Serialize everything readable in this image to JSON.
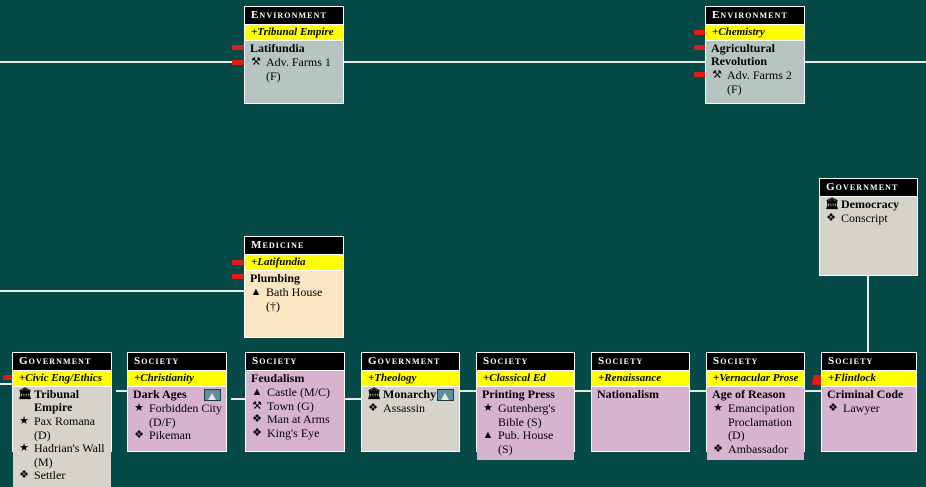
{
  "theme": {
    "background": "#064a47",
    "header_bg": "#000000",
    "header_fg": "#ffffff",
    "requirement_bg": "#ffff00",
    "line_color": "#e9ebe6",
    "stub_color": "#e01b18",
    "body_environment": "#b6c5c1",
    "body_medicine": "#fbe6c4",
    "body_government": "#d6d3cb",
    "body_society": "#d8b3d0"
  },
  "cards": [
    {
      "id": "environment-latifundia",
      "category": "Environment",
      "requirement": "+Tribunal Empire",
      "tech": "Latifundia",
      "tech_glyph": "",
      "has_terrain_badge": false,
      "items": [
        {
          "glyph": "wrench",
          "text": "Adv. Farms 1 (F)"
        }
      ]
    },
    {
      "id": "environment-agricultural-revolution",
      "category": "Environment",
      "requirement": "+Chemistry",
      "tech": "Agricultural Revolution",
      "tech_glyph": "",
      "has_terrain_badge": false,
      "items": [
        {
          "glyph": "wrench",
          "text": "Adv. Farms 2 (F)"
        }
      ]
    },
    {
      "id": "government-democracy",
      "category": "Government",
      "requirement": "",
      "tech": "Democracy",
      "tech_glyph": "building",
      "has_terrain_badge": false,
      "items": [
        {
          "glyph": "diamond",
          "text": "Conscript"
        }
      ]
    },
    {
      "id": "medicine-plumbing",
      "category": "Medicine",
      "requirement": "+Latifundia",
      "tech": "Plumbing",
      "tech_glyph": "",
      "has_terrain_badge": false,
      "items": [
        {
          "glyph": "triangle",
          "text": "Bath House (†)"
        }
      ]
    },
    {
      "id": "government-tribunal-empire",
      "category": "Government",
      "requirement": "+Civic Eng/Ethics",
      "tech": "Tribunal Empire",
      "tech_glyph": "building",
      "has_terrain_badge": false,
      "items": [
        {
          "glyph": "star",
          "text": "Pax Romana (D)"
        },
        {
          "glyph": "star",
          "text": "Hadrian's Wall (M)"
        },
        {
          "glyph": "diamond",
          "text": "Settler"
        }
      ]
    },
    {
      "id": "society-dark-ages",
      "category": "Society",
      "requirement": "+Christianity",
      "tech": "Dark Ages",
      "tech_glyph": "",
      "has_terrain_badge": true,
      "items": [
        {
          "glyph": "star",
          "text": "Forbidden City (D/F)"
        },
        {
          "glyph": "diamond",
          "text": "Pikeman"
        }
      ]
    },
    {
      "id": "society-feudalism",
      "category": "Society",
      "requirement": "",
      "tech": "Feudalism",
      "tech_glyph": "",
      "has_terrain_badge": false,
      "items": [
        {
          "glyph": "triangle",
          "text": "Castle (M/C)"
        },
        {
          "glyph": "wrench",
          "text": "Town (G)"
        },
        {
          "glyph": "diamond",
          "text": "Man at Arms"
        },
        {
          "glyph": "diamond",
          "text": "King's Eye"
        }
      ]
    },
    {
      "id": "government-monarchy",
      "category": "Government",
      "requirement": "+Theology",
      "tech": "Monarchy",
      "tech_glyph": "building",
      "has_terrain_badge": true,
      "items": [
        {
          "glyph": "diamond",
          "text": "Assassin"
        }
      ]
    },
    {
      "id": "society-printing-press",
      "category": "Society",
      "requirement": "+Classical Ed",
      "tech": "Printing Press",
      "tech_glyph": "",
      "has_terrain_badge": false,
      "items": [
        {
          "glyph": "star",
          "text": "Gutenberg's Bible (S)"
        },
        {
          "glyph": "triangle",
          "text": "Pub. House (S)"
        }
      ]
    },
    {
      "id": "society-nationalism",
      "category": "Society",
      "requirement": "+Renaissance",
      "tech": "Nationalism",
      "tech_glyph": "",
      "has_terrain_badge": false,
      "items": []
    },
    {
      "id": "society-age-of-reason",
      "category": "Society",
      "requirement": "+Vernacular Prose",
      "tech": "Age of Reason",
      "tech_glyph": "",
      "has_terrain_badge": false,
      "items": [
        {
          "glyph": "star",
          "text": "Emancipation Proclamation (D)"
        },
        {
          "glyph": "diamond",
          "text": "Ambassador"
        }
      ]
    },
    {
      "id": "society-criminal-code",
      "category": "Society",
      "requirement": "+Flintlock",
      "tech": "Criminal Code",
      "tech_glyph": "",
      "has_terrain_badge": false,
      "items": [
        {
          "glyph": "diamond",
          "text": "Lawyer"
        }
      ]
    }
  ],
  "glyphs": {
    "wrench": "⚒",
    "diamond": "❖",
    "triangle": "▲",
    "star": "★",
    "building": "ἽB"
  }
}
